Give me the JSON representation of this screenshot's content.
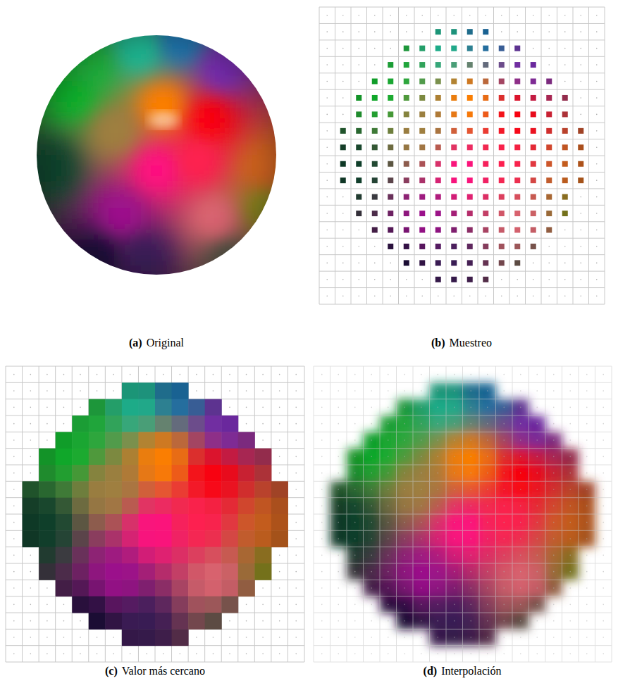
{
  "diagram": {
    "labels": [
      "(a)",
      "Original",
      "(b)",
      "Muestreo",
      "(c)",
      "Valor más cercano",
      "(d)",
      "Interpolación"
    ]
  }
}
